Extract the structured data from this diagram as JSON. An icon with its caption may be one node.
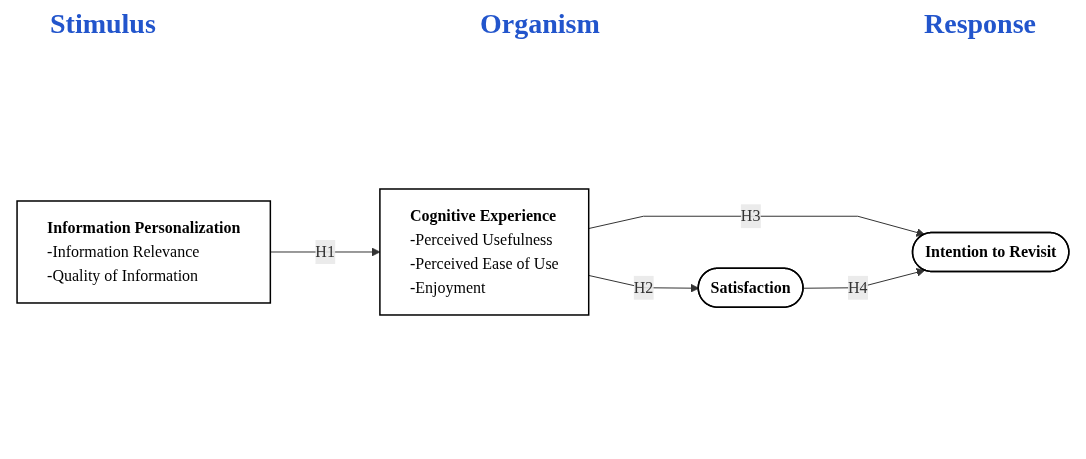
{
  "diagram": {
    "nodes": [
      {
        "text": [
          "Information Personalization",
          "-Information Relevance",
          "-Quality of Information"
        ]
      },
      {
        "text": [
          "Cognitive Experience",
          "-Perceived Usefulness",
          "-Perceived Ease of Use",
          "-Enjoyment"
        ]
      },
      {
        "text": [
          "Satisfaction"
        ]
      },
      {
        "text": [
          "Intention to Revisit"
        ]
      }
    ],
    "edges": [
      {
        "from": 0,
        "to": 1,
        "arrow": "to",
        "label": "H1"
      },
      {
        "from": 1,
        "to": 2,
        "arrow": "to",
        "label": "H2"
      },
      {
        "from": 1,
        "to": 3,
        "arrow": "to",
        "label": "H3"
      },
      {
        "from": 2,
        "to": 3,
        "arrow": "to",
        "label": "H4"
      }
    ],
    "labels": [
      "Stimulus",
      "Organism",
      "Response"
    ]
  }
}
